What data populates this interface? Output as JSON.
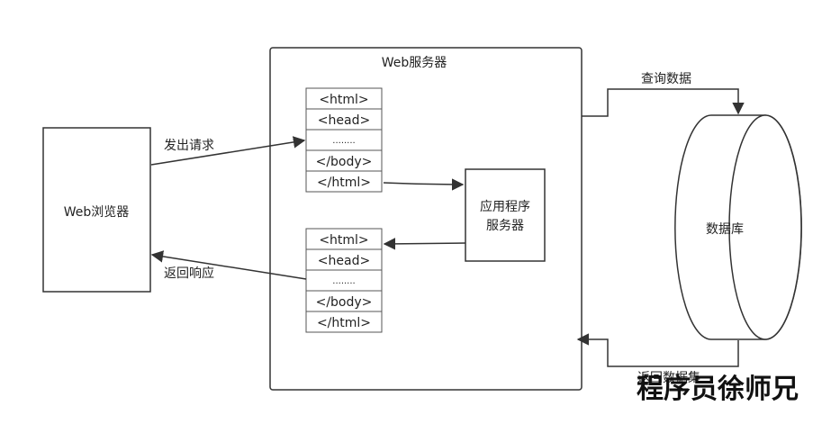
{
  "browser": {
    "label": "Web浏览器"
  },
  "server": {
    "title": "Web服务器"
  },
  "request_doc": {
    "lines": [
      "<html>",
      "<head>",
      "........",
      "</body>",
      "</html>"
    ]
  },
  "response_doc": {
    "lines": [
      "<html>",
      "<head>",
      "........",
      "</body>",
      "</html>"
    ]
  },
  "app_server": {
    "line1": "应用程序",
    "line2": "服务器"
  },
  "database": {
    "label": "数据库"
  },
  "edges": {
    "send_request": "发出请求",
    "return_response": "返回响应",
    "query_data": "查询数据",
    "return_dataset": "返回数据集"
  },
  "watermark": "程序员徐师兄"
}
